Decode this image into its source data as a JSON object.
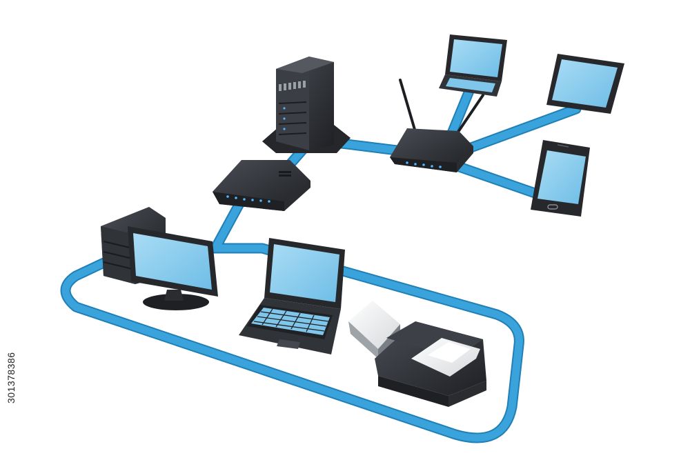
{
  "stock": {
    "image_id": "301378386"
  },
  "colors": {
    "cable": "#3aa3dc",
    "cable_edge": "#1f7fb6",
    "device_dark": "#2b2d31",
    "device_mid": "#3d4046",
    "screen": "#8fd0f0",
    "led": "#4fb6ff",
    "paper": "#eef0f2"
  },
  "devices": [
    {
      "id": "server",
      "icon": "server-tower-icon"
    },
    {
      "id": "switch",
      "icon": "network-switch-icon"
    },
    {
      "id": "router",
      "icon": "wifi-router-icon"
    },
    {
      "id": "laptop-top",
      "icon": "laptop-icon"
    },
    {
      "id": "tablet",
      "icon": "tablet-icon"
    },
    {
      "id": "smartphone",
      "icon": "smartphone-icon"
    },
    {
      "id": "desktop",
      "icon": "desktop-computer-icon"
    },
    {
      "id": "laptop-front",
      "icon": "laptop-icon"
    },
    {
      "id": "printer",
      "icon": "printer-icon"
    }
  ]
}
